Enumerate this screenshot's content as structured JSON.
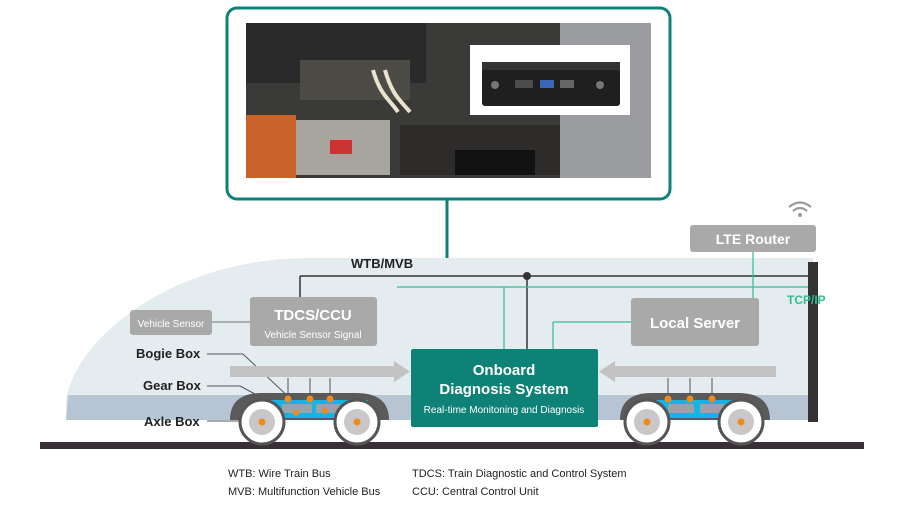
{
  "labels": {
    "wtb_mvb": "WTB/MVB",
    "lte_router": "LTE Router",
    "tcp_ip": "TCP/IP",
    "tdcs_ccu": "TDCS/CCU",
    "vehicle_sensor_signal": "Vehicle Sensor Signal",
    "vehicle_sensor": "Vehicle Sensor",
    "local_server": "Local Server",
    "bogie_box": "Bogie Box",
    "gear_box": "Gear Box",
    "axle_box": "Axle Box",
    "ods_line1": "Onboard",
    "ods_line2": "Diagnosis System",
    "ods_sub": "Real-time Monitoning and Diagnosis"
  },
  "legend": {
    "wtb": "WTB: Wire Train Bus",
    "mvb": "MVB: Multifunction Vehicle Bus",
    "tdcs": "TDCS: Train Diagnostic and Control System",
    "ccu": "CCU: Central Control Unit"
  },
  "colors": {
    "teal": "#0e8277",
    "green_line": "#2fbf8f",
    "grey_box": "#a9a9a9",
    "train_body": "#e4ecf0",
    "underbody": "#b7c4d4",
    "track": "#3a2f37",
    "wheel": "#c8c8c8",
    "bogie": "#17b3e6",
    "sensor_dot": "#f08a1a"
  }
}
